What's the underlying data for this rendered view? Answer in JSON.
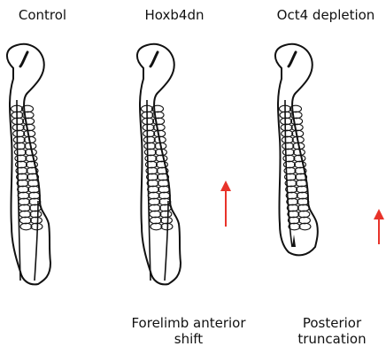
{
  "panels": [
    {
      "title": "Control"
    },
    {
      "title": "Hoxb4dn",
      "caption": [
        "Forelimb anterior",
        "shift"
      ]
    },
    {
      "title": "Oct4 depletion",
      "caption": [
        "Posterior",
        "truncation"
      ]
    }
  ],
  "colors": {
    "outline": "#111111",
    "arrow": "#e8332a"
  }
}
